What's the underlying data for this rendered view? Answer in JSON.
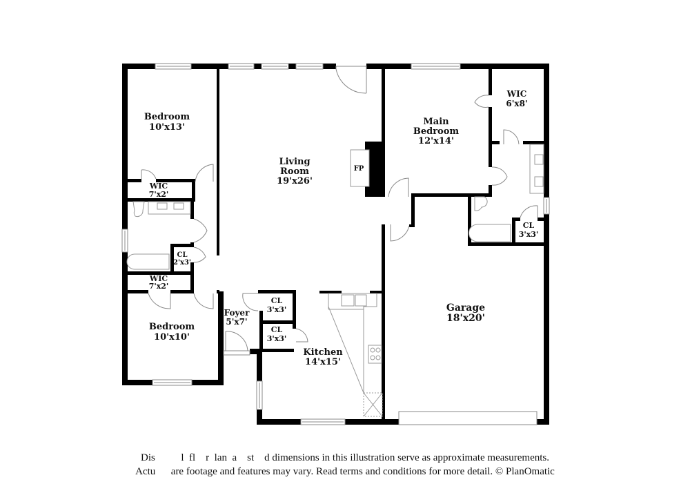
{
  "floorplan": {
    "rooms": [
      {
        "id": "bedroom-1",
        "name": "Bedroom",
        "size": "10'x13'"
      },
      {
        "id": "wic-1",
        "name": "WIC",
        "size": "7'x2'"
      },
      {
        "id": "cl-1",
        "name": "CL",
        "size": "2'x3'"
      },
      {
        "id": "wic-2",
        "name": "WIC",
        "size": "7'x2'"
      },
      {
        "id": "bedroom-2",
        "name": "Bedroom",
        "size": "10'x10'"
      },
      {
        "id": "living-room",
        "name_line1": "Living",
        "name_line2": "Room",
        "size": "19'x26'"
      },
      {
        "id": "fireplace",
        "name": "FP"
      },
      {
        "id": "foyer",
        "name": "Foyer",
        "size": "5'x7'"
      },
      {
        "id": "cl-foyer-1",
        "name": "CL",
        "size": "3'x3'"
      },
      {
        "id": "cl-foyer-2",
        "name": "CL",
        "size": "3'x3'"
      },
      {
        "id": "kitchen",
        "name": "Kitchen",
        "size": "14'x15'"
      },
      {
        "id": "main-bedroom",
        "name_line1": "Main",
        "name_line2": "Bedroom",
        "size": "12'x14'"
      },
      {
        "id": "wic-main",
        "name": "WIC",
        "size": "6'x8'"
      },
      {
        "id": "cl-main",
        "name": "CL",
        "size": "3'x3'"
      },
      {
        "id": "garage",
        "name": "Garage",
        "size": "18'x20'"
      }
    ]
  },
  "disclaimer": {
    "line1": "Dis          l  fl    r  lan  a    st    d dimensions in this illustration serve as approximate measurements.",
    "line2": "Actu      are footage and features may vary. Read terms and conditions for more detail. © PlanOmatic"
  }
}
